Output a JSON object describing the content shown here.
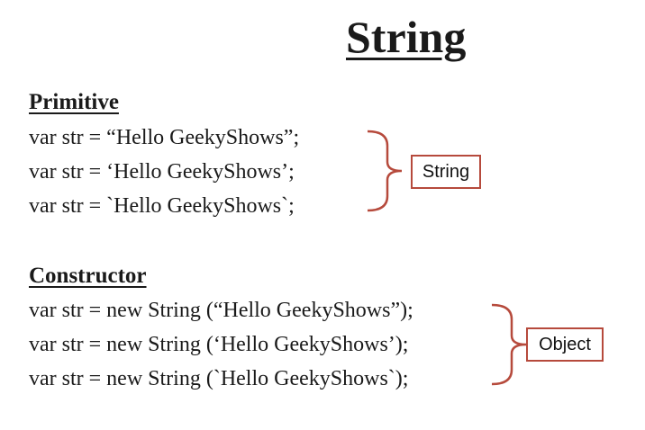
{
  "slide": {
    "title": "String",
    "primitive": {
      "heading": "Primitive",
      "lines": [
        "var str = “Hello GeekyShows”;",
        "var str = ‘Hello GeekyShows’;",
        "var str = `Hello GeekyShows`;"
      ],
      "label": "String"
    },
    "constructor": {
      "heading": "Constructor",
      "lines": [
        "var str = new String (“Hello GeekyShows”);",
        "var str = new String (‘Hello GeekyShows’);",
        "var str = new String (`Hello GeekyShows`);"
      ],
      "label": "Object"
    }
  },
  "colors": {
    "bracket": "#b64a3c",
    "text": "#1a1a1a"
  }
}
